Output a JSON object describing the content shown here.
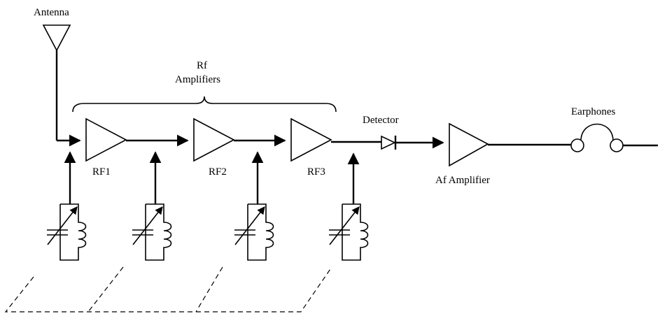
{
  "labels": {
    "antenna": "Antenna",
    "rf_amplifiers_line1": "Rf",
    "rf_amplifiers_line2": "Amplifiers",
    "rf1": "RF1",
    "rf2": "RF2",
    "rf3": "RF3",
    "detector": "Detector",
    "af_amplifier": "Af Amplifier",
    "earphones": "Earphones"
  }
}
